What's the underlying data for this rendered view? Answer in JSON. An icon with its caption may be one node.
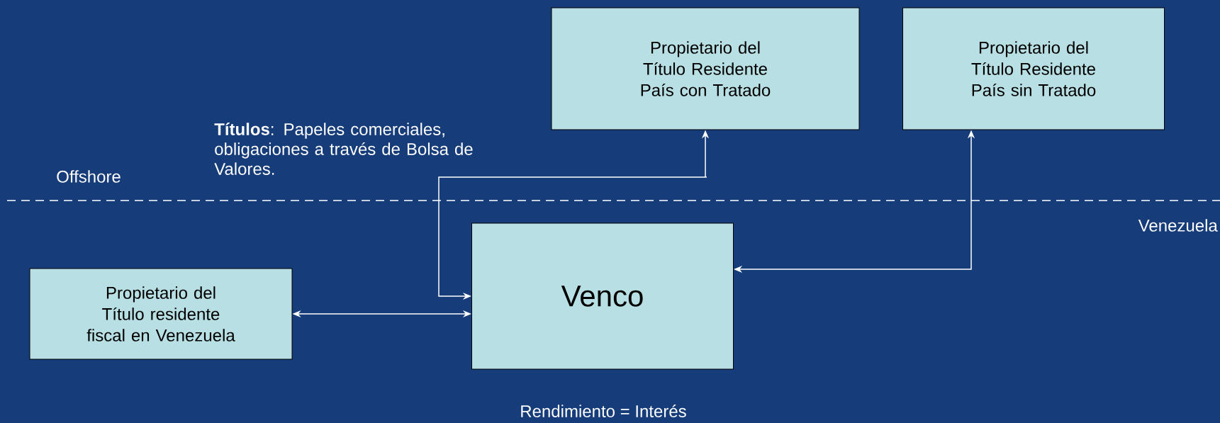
{
  "diagram": {
    "nodes": [
      {
        "text": [
          "Propietario del Título Residente País con Tratado"
        ]
      },
      {
        "text": [
          "Propietario del Título Residente País sin Tratado"
        ]
      },
      {
        "text": [
          "Propietario del Título residente fiscal en Venezuela"
        ]
      },
      {
        "text": [
          "Venco"
        ]
      }
    ],
    "edges": [
      {
        "from": 3,
        "to": 0,
        "arrow": "both"
      },
      {
        "from": 3,
        "to": 1,
        "arrow": "both"
      },
      {
        "from": 2,
        "to": 3,
        "arrow": "both"
      }
    ],
    "labels": [
      "**Títulos**: Papeles comerciales, obligaciones a través de Bolsa de Valores.",
      "Offshore",
      "Venezuela",
      "Rendimiento = Interés"
    ]
  }
}
